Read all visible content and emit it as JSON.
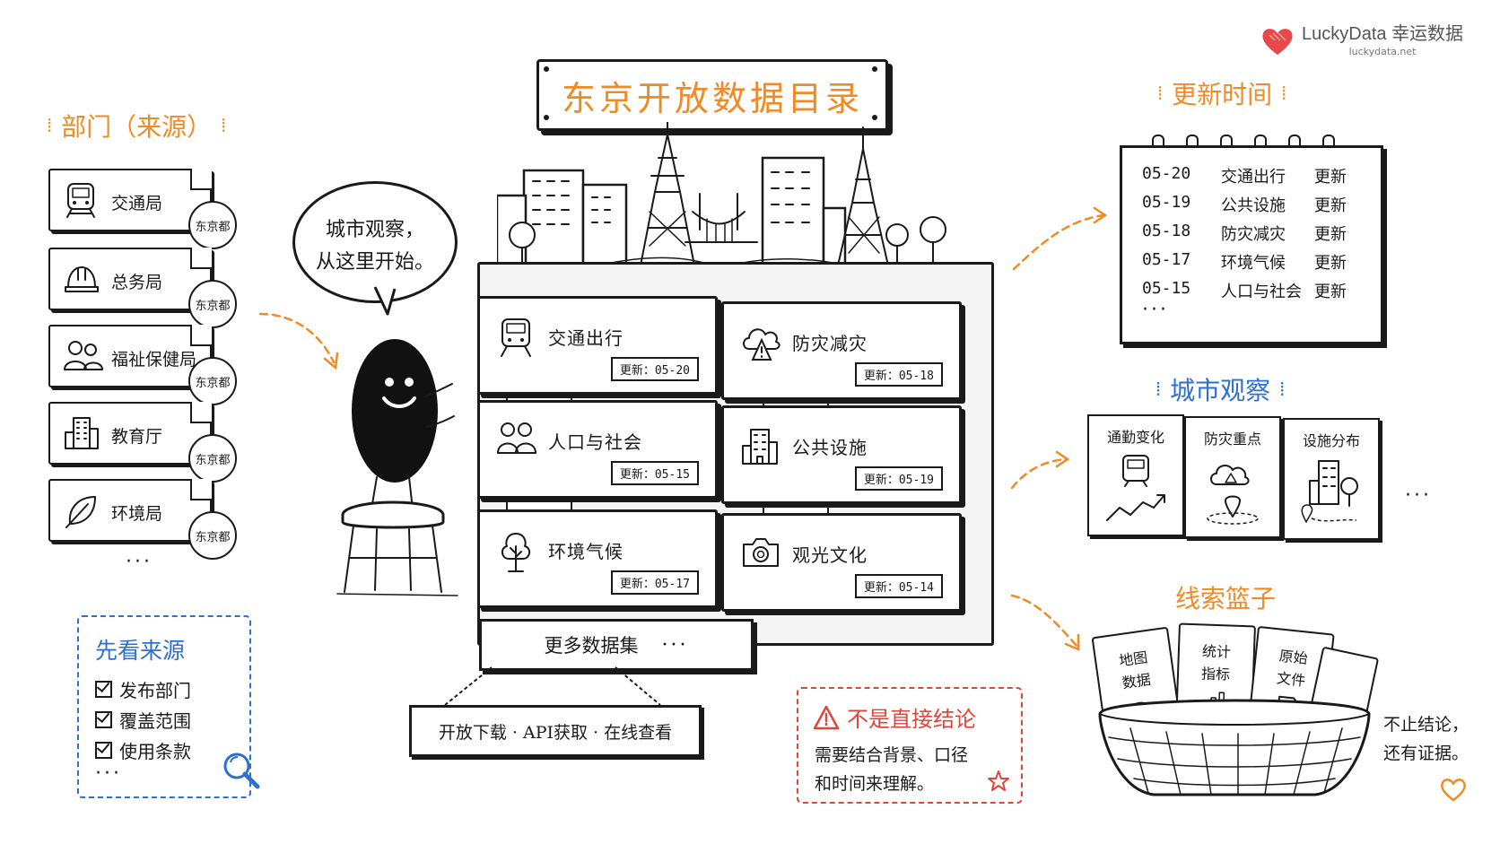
{
  "brand": {
    "name": "LuckyData",
    "name_cn": "幸运数据",
    "url": "luckydata.net",
    "color": "#e8484a"
  },
  "title": "东京开放数据目录",
  "departments": {
    "heading": "部门（来源）",
    "items": [
      {
        "name": "交通局",
        "stamp": "东京都",
        "icon": "train-icon"
      },
      {
        "name": "总务局",
        "stamp": "东京都",
        "icon": "hardhat-icon"
      },
      {
        "name": "福祉保健局",
        "stamp": "东京都",
        "icon": "people-icon"
      },
      {
        "name": "教育厅",
        "stamp": "东京都",
        "icon": "building-icon"
      },
      {
        "name": "环境局",
        "stamp": "东京都",
        "icon": "leaf-icon"
      }
    ],
    "more": "···"
  },
  "source_check": {
    "heading": "先看来源",
    "items": [
      "发布部门",
      "覆盖范围",
      "使用条款"
    ],
    "more": "···"
  },
  "bubble": {
    "line1": "城市观察，",
    "line2": "从这里开始。"
  },
  "drawers": [
    {
      "name": "交通出行",
      "update": "更新：05-20",
      "icon": "train-icon"
    },
    {
      "name": "防灾减灾",
      "update": "更新：05-18",
      "icon": "cloud-alert-icon"
    },
    {
      "name": "人口与社会",
      "update": "更新：05-15",
      "icon": "people-icon"
    },
    {
      "name": "公共设施",
      "update": "更新：05-19",
      "icon": "building-icon"
    },
    {
      "name": "环境气候",
      "update": "更新：05-17",
      "icon": "tree-icon"
    },
    {
      "name": "观光文化",
      "update": "更新：05-14",
      "icon": "camera-icon"
    }
  ],
  "more_datasets": {
    "label": "更多数据集",
    "dots": "···"
  },
  "access": "开放下载 · API获取 · 在线查看",
  "warning": {
    "heading": "不是直接结论",
    "line1": "需要结合背景、口径",
    "line2": "和时间来理解。"
  },
  "updates": {
    "heading": "更新时间",
    "rows": [
      {
        "date": "05-20",
        "name": "交通出行",
        "action": "更新"
      },
      {
        "date": "05-19",
        "name": "公共设施",
        "action": "更新"
      },
      {
        "date": "05-18",
        "name": "防灾减灾",
        "action": "更新"
      },
      {
        "date": "05-17",
        "name": "环境气候",
        "action": "更新"
      },
      {
        "date": "05-15",
        "name": "人口与社会",
        "action": "更新"
      }
    ],
    "more": "···"
  },
  "observation": {
    "heading": "城市观察",
    "cards": [
      {
        "title": "通勤变化",
        "icon": "train-trend-icon"
      },
      {
        "title": "防灾重点",
        "icon": "cloud-pin-icon"
      },
      {
        "title": "设施分布",
        "icon": "building-pin-icon"
      }
    ],
    "more": "···"
  },
  "basket": {
    "heading": "线索篮子",
    "cards": [
      {
        "line1": "地图",
        "line2": "数据",
        "icon": "pin-icon"
      },
      {
        "line1": "统计",
        "line2": "指标",
        "icon": "bar-icon"
      },
      {
        "line1": "原始",
        "line2": "文件",
        "icon": "doc-icon"
      }
    ],
    "note_line1": "不止结论，",
    "note_line2": "还有证据。"
  },
  "colors": {
    "orange": "#f08a24",
    "blue": "#2f6fd0",
    "red": "#e0443a",
    "ink": "#1a1a1a"
  }
}
